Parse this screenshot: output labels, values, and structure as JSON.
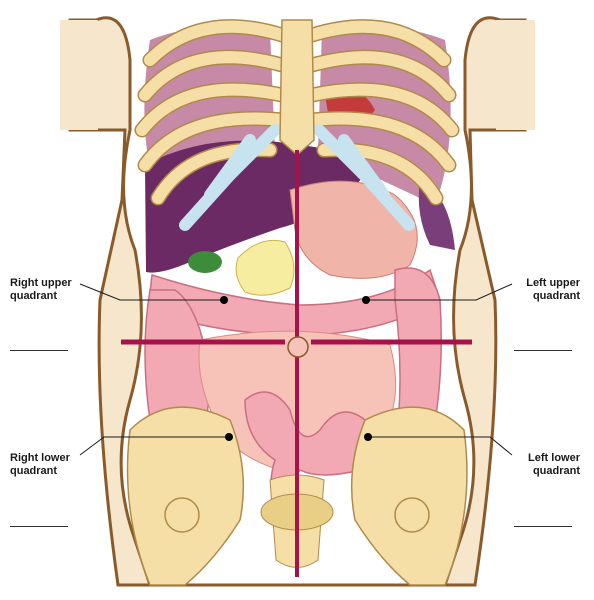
{
  "quadrants": {
    "right_upper": "Right upper\nquadrant",
    "left_upper": "Left upper\nquadrant",
    "right_lower": "Right lower\nquadrant",
    "left_lower": "Left lower\nquadrant"
  },
  "colors": {
    "skin": "#f6e7cc",
    "skin_outline": "#8a5a2b",
    "bone": "#f6dfa6",
    "bone_outline": "#b08a4a",
    "cartilage": "#c7e3ef",
    "lung": "#c78aa6",
    "liver": "#6b2a63",
    "stomach": "#f0b4a8",
    "intestine": "#f2a9b3",
    "intestine_outline": "#c96f7f",
    "gallbladder": "#3c8c3a",
    "pancreas": "#f7eda0",
    "bladder": "#e9cf86",
    "divider": "#a8124a"
  }
}
